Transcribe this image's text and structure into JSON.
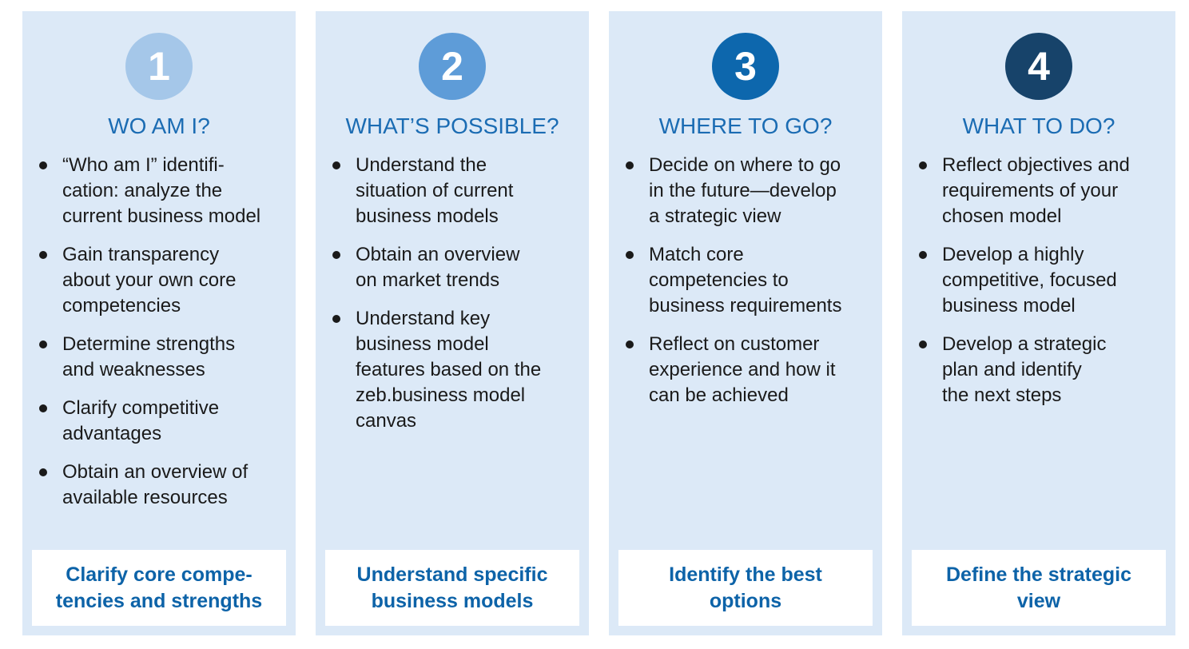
{
  "colors": {
    "card_background": "#dce9f7",
    "title_text": "#1b6cb3",
    "body_text": "#1a1a1a",
    "callout_text": "#0d63a8",
    "callout_background": "#ffffff",
    "number_text": "#ffffff"
  },
  "steps": [
    {
      "number": "1",
      "circle_color": "#a5c7e9",
      "title": "WO AM I?",
      "bullets": [
        "“Who am I” identifi-\ncation: analyze the\ncurrent business model",
        "Gain transparency\nabout your own core\ncompetencies",
        "Determine strengths\nand weaknesses",
        "Clarify competitive\nadvantages",
        "Obtain an overview of\navailable resources"
      ],
      "callout": "Clarify core compe-\ntencies and strengths"
    },
    {
      "number": "2",
      "circle_color": "#5e9cd8",
      "title": "WHAT’S POSSIBLE?",
      "bullets": [
        "Understand the\nsituation of current\nbusiness models",
        "Obtain an overview\non market trends",
        "Understand key\nbusiness model\nfeatures based on the\nzeb.business model\ncanvas"
      ],
      "callout": "Understand specific\nbusiness models"
    },
    {
      "number": "3",
      "circle_color": "#0d67ad",
      "title": "WHERE TO GO?",
      "bullets": [
        "Decide on where to go\nin the future—develop\na strategic view",
        "Match core\ncompetencies to\nbusiness requirements",
        "Reflect on customer\nexperience and how it\ncan be achieved"
      ],
      "callout": "Identify the best\noptions"
    },
    {
      "number": "4",
      "circle_color": "#17436a",
      "title": "WHAT TO DO?",
      "bullets": [
        "Reflect objectives and\nrequirements of your\nchosen model",
        "Develop a highly\ncompetitive, focused\nbusiness model",
        "Develop a strategic\nplan and identify\nthe next steps"
      ],
      "callout": "Define the strategic\nview"
    }
  ]
}
